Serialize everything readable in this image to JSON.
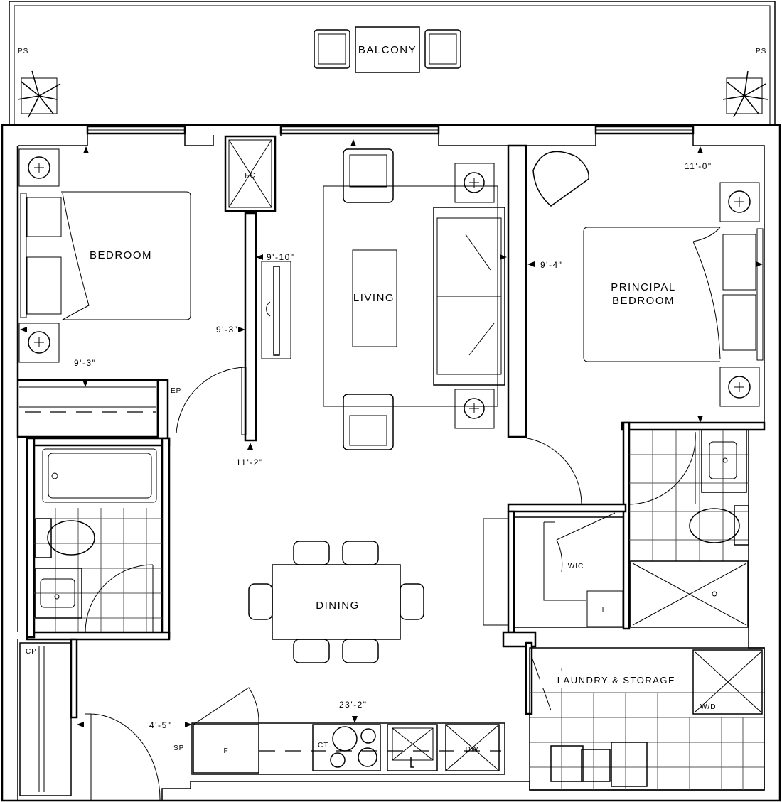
{
  "rooms": {
    "balcony": "BALCONY",
    "bedroom": "BEDROOM",
    "living": "LIVING",
    "principal_line1": "PRINCIPAL",
    "principal_line2": "BEDROOM",
    "dining": "DINING",
    "wic": "WIC",
    "laundry": "LAUNDRY & STORAGE"
  },
  "tags": {
    "ps_left": "PS",
    "ps_right": "PS",
    "fc": "FC",
    "ep": "EP",
    "l": "L",
    "cp": "CP",
    "wd": "W/D",
    "sp": "SP",
    "f": "F",
    "ct": "CT",
    "dw": "DW"
  },
  "dimensions": {
    "bedroom_width": "9'-10\"",
    "bedroom_depth": "9'-3\"",
    "closet": "9'-3\"",
    "living_depth": "11'-2\"",
    "principal_width": "9'-4\"",
    "principal_depth": "11'-0\"",
    "entry": "4'-5\"",
    "kitchen_living": "23'-2\""
  }
}
